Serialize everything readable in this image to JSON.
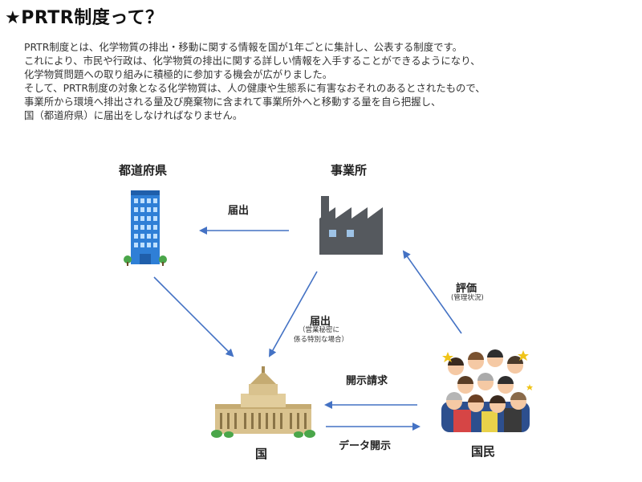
{
  "heading": "★PRTR制度って？",
  "paragraph": [
    "PRTR制度とは、化学物質の排出・移動に関する情報を国が1年ごとに集計し、公表する制度です。",
    "これにより、市民や行政は、化学物質の排出に関する詳しい情報を入手することができるようになり、",
    "化学物質問題への取り組みに積極的に参加する機会が広がりました。",
    "そして、PRTR制度の対象となる化学物質は、人の健康や生態系に有害なおそれのあるとされたもので、",
    "事業所から環境へ排出される量及び廃棄物に含まれて事業所外へと移動する量を自ら把握し、",
    "国（都道府県）に届出をしなければなりません。"
  ],
  "nodes": {
    "prefecture": "都道府県",
    "business": "事業所",
    "nation": "国",
    "citizens": "国民"
  },
  "edges": {
    "business_to_prefecture": "届出",
    "business_to_nation": "届出",
    "business_to_nation_note_1": "（営業秘密に",
    "business_to_nation_note_2": "係る特別な場合）",
    "citizens_to_business": "評価",
    "citizens_to_business_note": "(管理状況)",
    "citizens_to_nation": "開示請求",
    "nation_to_citizens": "データ開示"
  },
  "colors": {
    "arrow": "#4472c4",
    "building_blue": "#2f7fd6",
    "factory_gray": "#55595e",
    "parliament_tan": "#d9c28e"
  }
}
